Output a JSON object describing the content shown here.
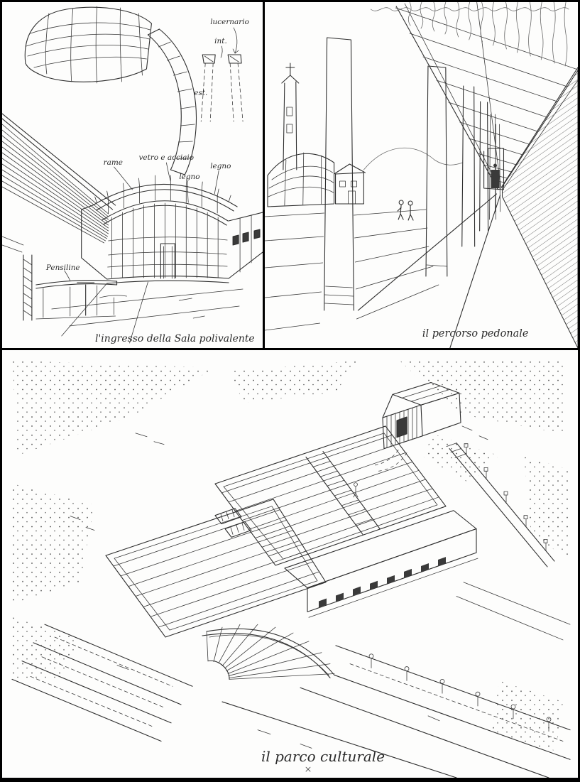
{
  "panel_entrance": {
    "caption": "l'ingresso della Sala polivalente",
    "labels": {
      "lucernario": "lucernario",
      "int": "int.",
      "est": "est.",
      "rame": "rame",
      "vetro_acciaio": "vetro e acciaio",
      "legno_a": "legno",
      "legno_b": "legno",
      "pensiline": "Pensiline"
    }
  },
  "panel_walkway": {
    "caption": "il percorso pedonale"
  },
  "panel_park": {
    "caption": "il parco culturale"
  }
}
